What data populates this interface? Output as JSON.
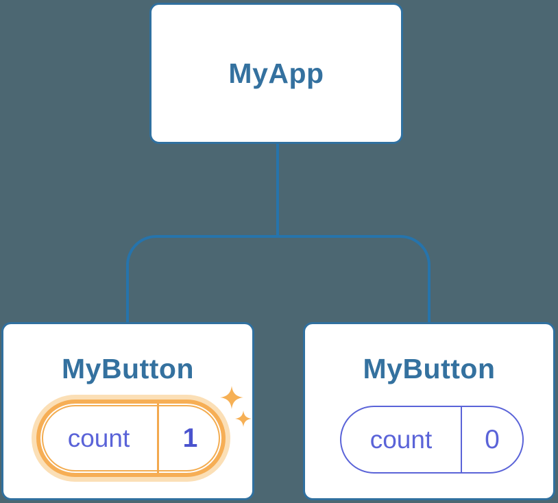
{
  "colors": {
    "background": "#4C6772",
    "card_border": "#30709F",
    "connector": "#2674AC",
    "node_label_text": "#34719F",
    "state_text": "#5A63D8",
    "state_value_highlight_text": "#4A53CE",
    "highlight_orange": "#F6AE55",
    "highlight_glow": "#FBDFB6"
  },
  "tree": {
    "root": {
      "label": "MyApp"
    },
    "children": [
      {
        "label": "MyButton",
        "state": {
          "key": "count",
          "value": "1"
        },
        "highlighted": true,
        "icon": "sparkles-icon"
      },
      {
        "label": "MyButton",
        "state": {
          "key": "count",
          "value": "0"
        },
        "highlighted": false
      }
    ]
  }
}
